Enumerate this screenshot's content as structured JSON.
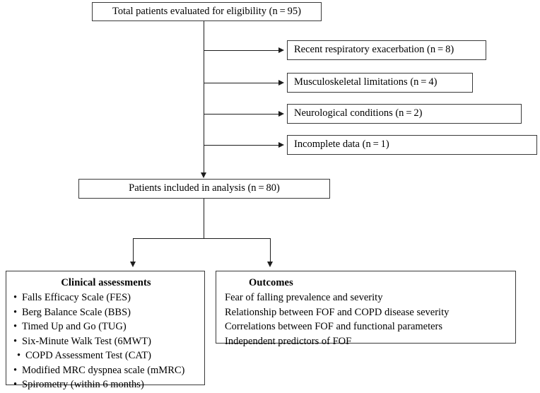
{
  "figure": {
    "type": "flowchart",
    "title": "Patient selection and study assessment flow diagram"
  },
  "nodes": {
    "screened": {
      "label": "Total patients evaluated for eligibility (n = 95)"
    },
    "included": {
      "label": "Patients included in analysis (n = 80)"
    },
    "exclusions": [
      {
        "label": "Recent respiratory exacerbation (n = 8)"
      },
      {
        "label": "Musculoskeletal limitations (n = 4)"
      },
      {
        "label": "Neurological conditions (n = 2)"
      },
      {
        "label": "Incomplete data (n = 1)"
      }
    ],
    "assessments": {
      "title": "Clinical assessments",
      "items": [
        "Falls Efficacy Scale (FES)",
        "Berg Balance Scale (BBS)",
        "Timed Up and Go (TUG)",
        "Six-Minute Walk Test (6MWT)",
        "COPD Assessment Test (CAT)",
        "Modified MRC dyspnea scale (mMRC)",
        "Spirometry (within 6 months)"
      ]
    },
    "outcomes": {
      "title": "Outcomes",
      "items": [
        "Fear of falling prevalence and severity",
        "Relationship between FOF and COPD disease severity",
        "Correlations between FOF and functional parameters",
        "Independent predictors of FOF"
      ]
    }
  },
  "colors": {
    "box_border": "#3a3a3a",
    "connector": "#1d1d1d",
    "background": "#ffffff",
    "text": "#000000"
  }
}
